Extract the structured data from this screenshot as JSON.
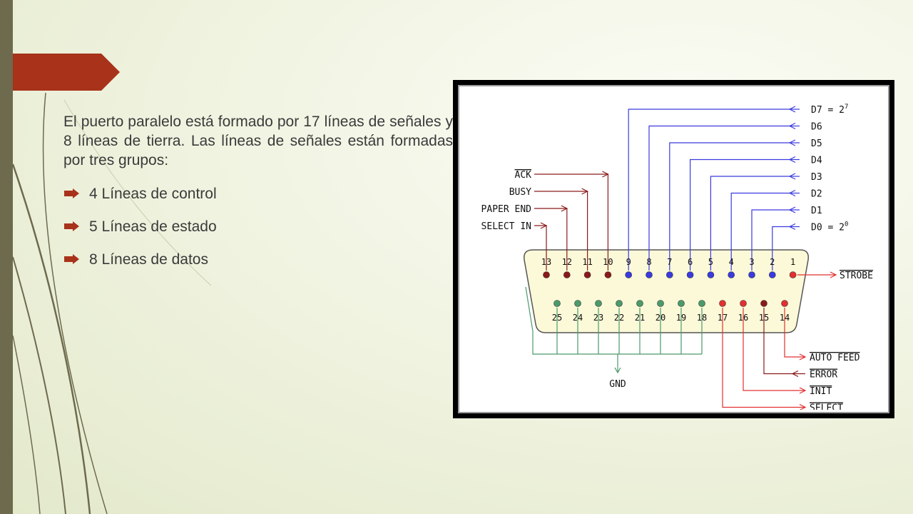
{
  "slide": {
    "intro": "El puerto paralelo está formado por 17 líneas de señales y 8 líneas de tierra. Las líneas de señales están formadas por tres grupos:",
    "bullets": [
      {
        "label": "4 Líneas de control"
      },
      {
        "label": "5 Líneas de estado"
      },
      {
        "label": "8 Líneas de datos"
      }
    ]
  },
  "colors": {
    "accent": "#a8321a",
    "sidebar": "#6e6a4e",
    "data_lines": "#3a3adf",
    "status_lines": "#8b1a1a",
    "control_lines": "#e23030",
    "ground_lines": "#4a9a6a",
    "connector_fill": "#fbf9d8"
  },
  "diagram": {
    "top_pins": [
      "13",
      "12",
      "11",
      "10",
      "9",
      "8",
      "7",
      "6",
      "5",
      "4",
      "3",
      "2",
      "1"
    ],
    "bottom_pins": [
      "25",
      "24",
      "23",
      "22",
      "21",
      "20",
      "19",
      "18",
      "17",
      "16",
      "15",
      "14"
    ],
    "data_labels": [
      {
        "pin": "9",
        "text": "D7 = 2",
        "sup": "7"
      },
      {
        "pin": "8",
        "text": "D6",
        "sup": ""
      },
      {
        "pin": "7",
        "text": "D5",
        "sup": ""
      },
      {
        "pin": "6",
        "text": "D4",
        "sup": ""
      },
      {
        "pin": "5",
        "text": "D3",
        "sup": ""
      },
      {
        "pin": "4",
        "text": "D2",
        "sup": ""
      },
      {
        "pin": "3",
        "text": "D1",
        "sup": ""
      },
      {
        "pin": "2",
        "text": "D0 = 2",
        "sup": "0"
      }
    ],
    "status_labels": [
      {
        "pin": "10",
        "text": "ACK",
        "overline": true
      },
      {
        "pin": "11",
        "text": "BUSY",
        "overline": false
      },
      {
        "pin": "12",
        "text": "PAPER END",
        "overline": false
      },
      {
        "pin": "13",
        "text": "SELECT IN",
        "overline": false
      }
    ],
    "strobe": {
      "pin": "1",
      "text": "STROBE"
    },
    "control_labels": [
      {
        "pin": "14",
        "text": "AUTO FEED"
      },
      {
        "pin": "15",
        "text": "ERROR"
      },
      {
        "pin": "16",
        "text": "INIT"
      },
      {
        "pin": "17",
        "text": "SELECT"
      }
    ],
    "ground_label": "GND"
  }
}
